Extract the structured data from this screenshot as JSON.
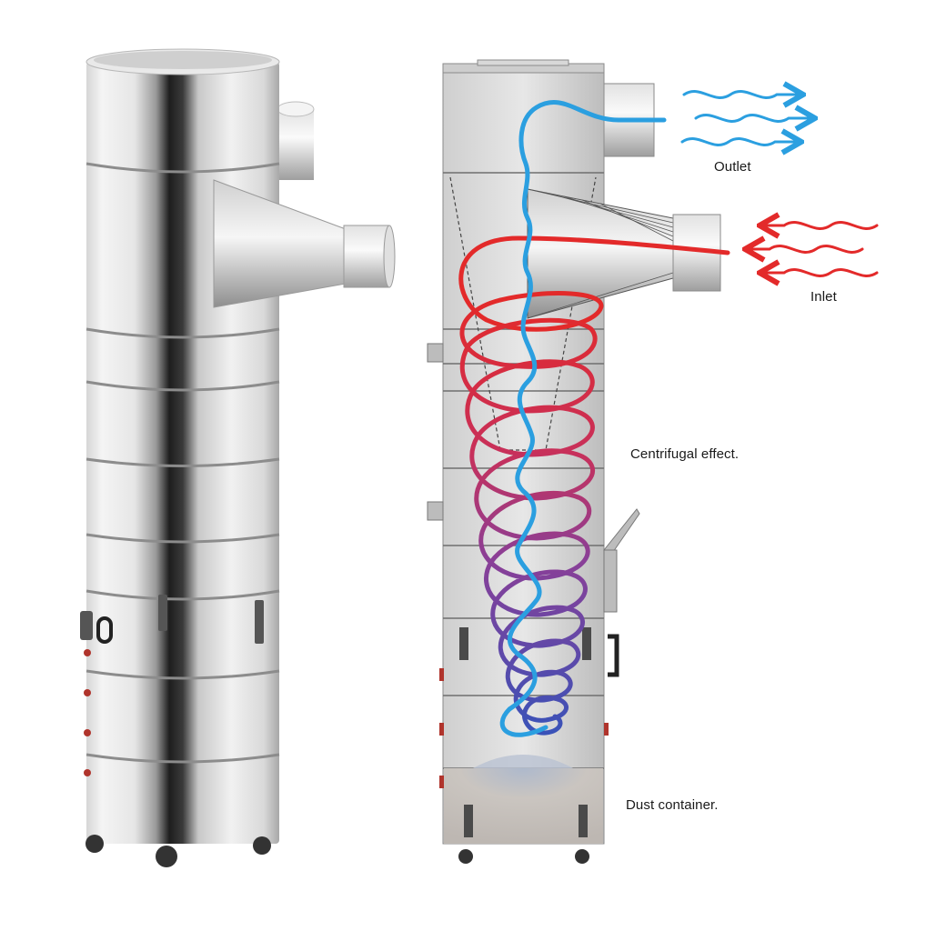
{
  "labels": {
    "outlet": "Outlet",
    "inlet": "Inlet",
    "centrifugal": "Centrifugal effect.",
    "dust_container": "Dust container."
  },
  "colors": {
    "steel_light": "#f2f2f2",
    "steel_mid": "#c8c8c8",
    "steel_dark": "#1e1e1e",
    "inflow_red": "#e32a2a",
    "swirl_purple": "#8a3f97",
    "swirl_blue": "#3a52b8",
    "outflow_blue": "#2b9fe0",
    "dust_grey": "#c9c4c0"
  },
  "icons": [
    "inlet-arrows-icon",
    "outlet-arrows-icon",
    "caster-wheel-icon",
    "latch-clamp-icon"
  ]
}
